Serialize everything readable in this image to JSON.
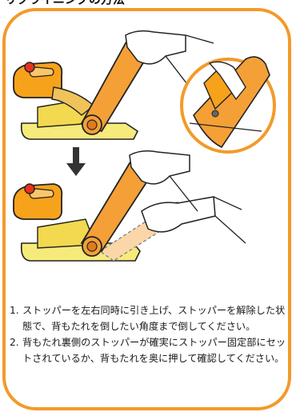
{
  "header": {
    "title_partial": "リクライニングの方法"
  },
  "colors": {
    "frame": "#f39a2a",
    "seat": "#f7a21b",
    "base": "#f6ea7a",
    "back": "#f4a037",
    "knob": "#e8321e"
  },
  "icons": {
    "arrow": "arrow-down-icon",
    "zoom": "zoom-detail-circle"
  },
  "steps": [
    {
      "num": "1.",
      "text": "ストッパーを左右同時に引き上げ、ストッパーを解除した状態で、背もたれを倒したい角度まで倒してください。"
    },
    {
      "num": "2.",
      "text": "背もたれ裏側のストッパーが確実にストッパー固定部にセットされているか、背もたれを奥に押して確認してください。"
    }
  ]
}
